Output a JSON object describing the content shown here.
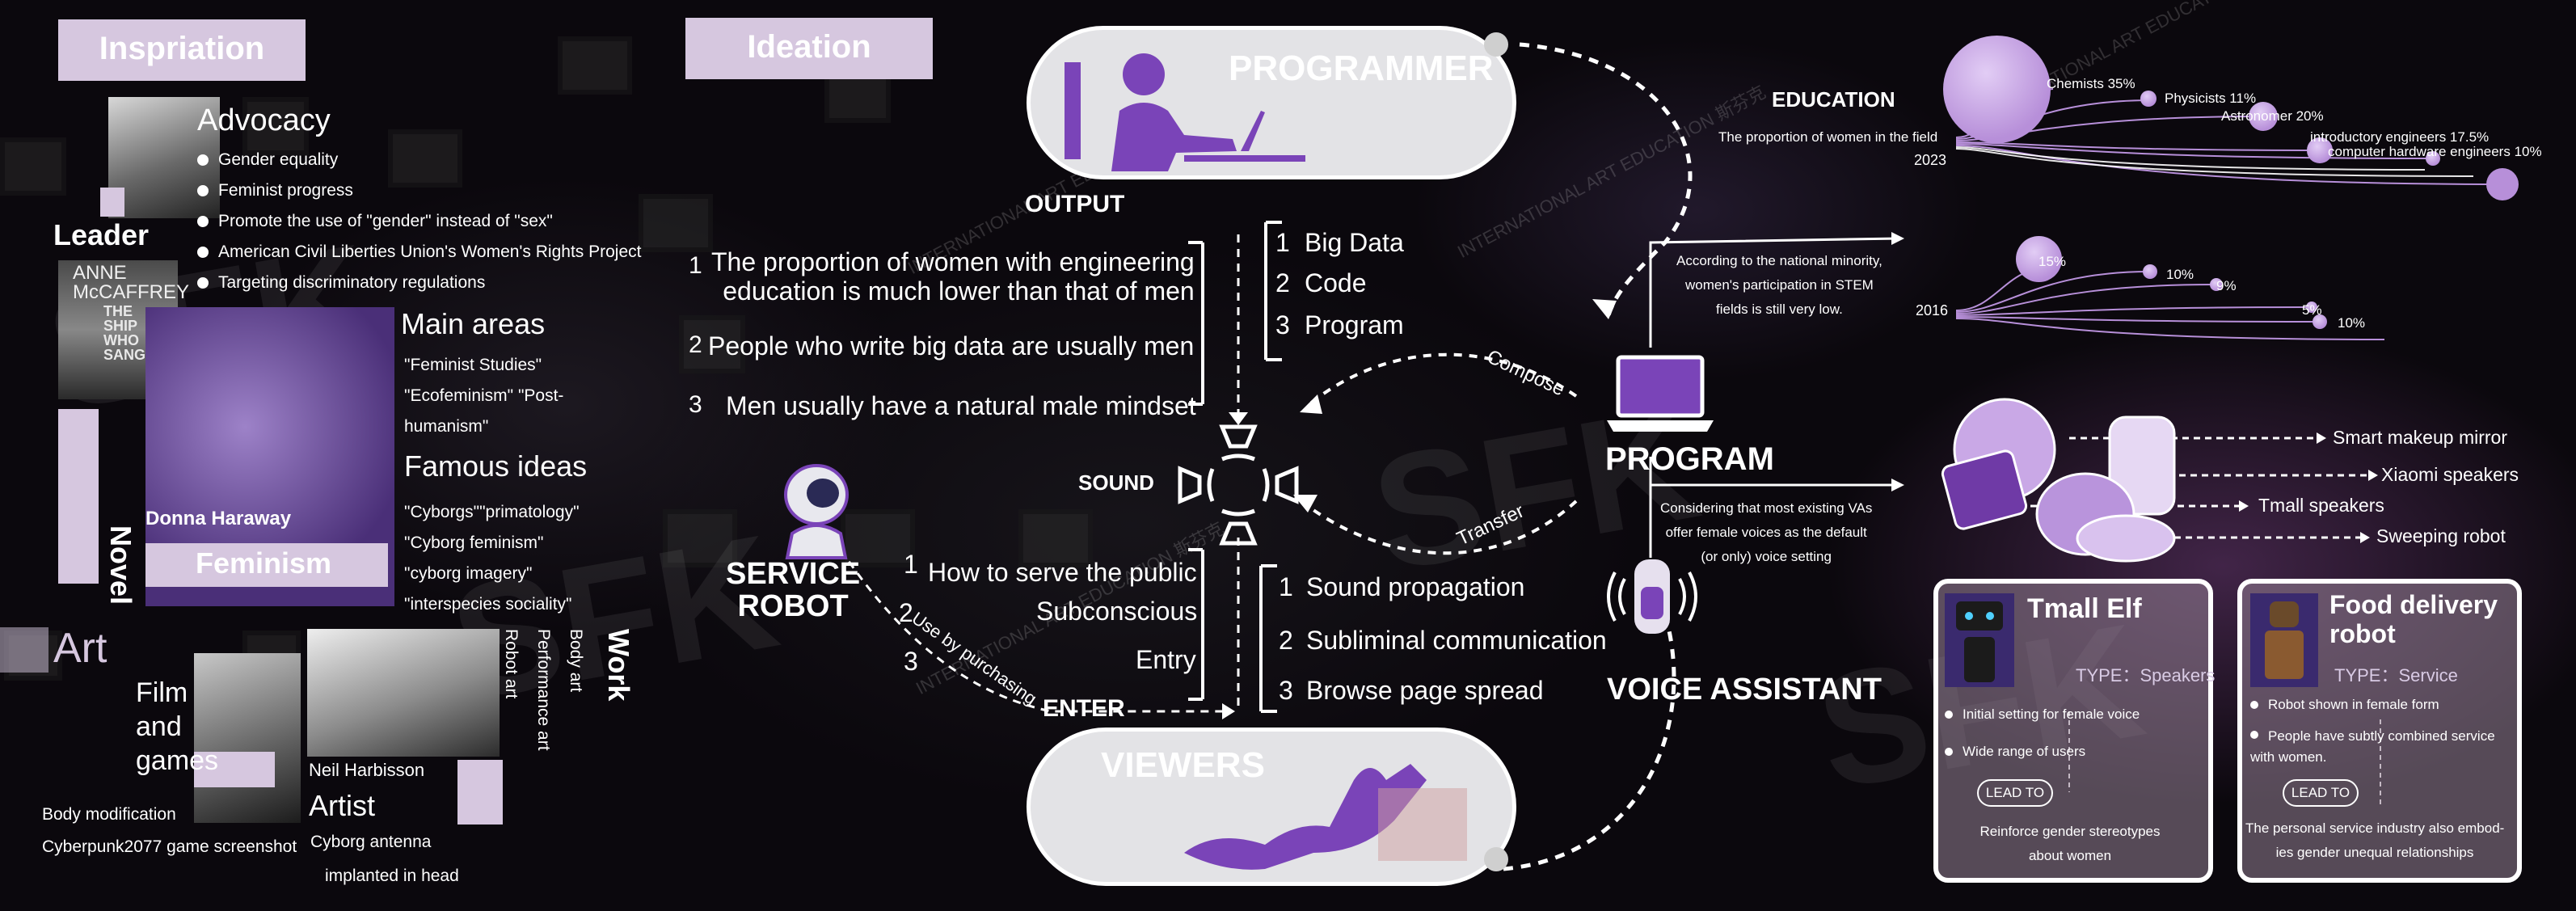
{
  "sections": {
    "inspiration": "Inspriation",
    "ideation": "Ideation"
  },
  "advocacy": {
    "title": "Advocacy",
    "items": [
      "Gender equality",
      "Feminist progress",
      "Promote the use of \"gender\" instead of \"sex\"",
      "American Civil Liberties Union's Women's Rights Project",
      "Targeting discriminatory regulations"
    ]
  },
  "leader_label": "Leader",
  "book": {
    "author": "ANNE McCAFFREY",
    "title": "THE SHIP WHO SANG"
  },
  "novel_label": "Novel",
  "haraway": {
    "name": "Donna Haraway",
    "main_areas_title": "Main areas",
    "main_areas": [
      "\"Feminist Studies\"",
      "\"Ecofeminism\" \"Post-",
      "humanism\""
    ],
    "famous_ideas_title": "Famous ideas",
    "famous_ideas": [
      "\"Cyborgs\"\"primatology\"",
      "\"Cyborg feminism\"",
      "\"cyborg imagery\"",
      "\"interspecies sociality\""
    ],
    "feminism_label": "Feminism"
  },
  "art": {
    "art_label": "Art",
    "film_label": "Film\nand\ngames",
    "body_mod": "Body modification",
    "cyberpunk": "Cyberpunk2077 game screenshot",
    "neil": "Neil Harbisson",
    "artist_label": "Artist",
    "antenna_1": "Cyborg antenna",
    "antenna_2": "implanted in head",
    "work_label": "Work",
    "work_items": [
      "Body art",
      "Performance art",
      "Robot art"
    ]
  },
  "ideation": {
    "programmer": "PROGRAMMER",
    "viewers": "VIEWERS",
    "output": "OUTPUT",
    "enter": "ENTER",
    "sound": "SOUND",
    "service_robot": "SERVICE\nROBOT",
    "voice_assistant": "VOICE ASSISTANT",
    "program": "PROGRAM",
    "compose": "Compose",
    "transfer": "Transfer",
    "use_by_purchasing": "Use by purchasing",
    "output_list": [
      {
        "num": "1",
        "text": "The proportion of women with engineering\neducation is much lower than that of men"
      },
      {
        "num": "2",
        "text": "People who write big data are usually men"
      },
      {
        "num": "3",
        "text": "Men usually have a natural male mindset"
      }
    ],
    "output_right": [
      {
        "num": "1",
        "text": "Big Data"
      },
      {
        "num": "2",
        "text": "Code"
      },
      {
        "num": "3",
        "text": "Program"
      }
    ],
    "enter_list": [
      {
        "num": "1",
        "text": "How to serve the public"
      },
      {
        "num": "2",
        "text": "Subconscious"
      },
      {
        "num": "3",
        "text": "Entry"
      }
    ],
    "enter_right": [
      {
        "num": "1",
        "text": "Sound propagation"
      },
      {
        "num": "2",
        "text": "Subliminal communication"
      },
      {
        "num": "3",
        "text": "Browse page spread"
      }
    ],
    "stem_note": "According to the national minority,\nwomen's participation in STEM\nfields is still very low.",
    "va_note": "Considering that most existing VAs\noffer female voices as the default\n(or only) voice setting"
  },
  "education": {
    "title": "EDUCATION",
    "subtitle": "The proportion of women in the field",
    "year_2023": "2023",
    "year_2016": "2016",
    "labels_2023": [
      "Chemists 35%",
      "Physicists 11%",
      "Astronomer 20%",
      "introductory engineers 17.5%",
      "computer hardware engineers 10%"
    ],
    "labels_2016": [
      "15%",
      "10%",
      "9%",
      "5%",
      "10%"
    ]
  },
  "chart_data": [
    {
      "type": "scatter",
      "title": "The proportion of women in the field",
      "year": "2023",
      "categories": [
        "Chemists",
        "Physicists",
        "Astronomer",
        "introductory engineers",
        "computer hardware engineers"
      ],
      "values": [
        35,
        11,
        20,
        17.5,
        10
      ],
      "unit": "%"
    },
    {
      "type": "scatter",
      "year": "2016",
      "values": [
        15,
        10,
        9,
        5,
        10
      ],
      "unit": "%"
    }
  ],
  "devices": [
    "Smart makeup mirror",
    "Xiaomi speakers",
    "Tmall speakers",
    "Sweeping robot"
  ],
  "tmall": {
    "title": "Tmall Elf",
    "type": "TYPE：Speakers",
    "bullets": [
      "Initial setting for female voice",
      "Wide range of users"
    ],
    "lead": "LEAD TO",
    "result": "Reinforce gender stereotypes\nabout women"
  },
  "food": {
    "title": "Food delivery\nrobot",
    "type": "TYPE：Service",
    "bullets": [
      "Robot shown in female form",
      "People have subtly combined service\nwith women."
    ],
    "lead": "LEAD TO",
    "result": "The personal service industry also embod-\nies gender unequal relationships"
  },
  "watermark": {
    "big": "SFK",
    "small": "INTERNATIONAL\nART EDUCATION 斯芬克"
  },
  "colors": {
    "lilac": "#d6c7df",
    "purple": "#7a44b8",
    "bubble": "#b78fd9",
    "background": "#0b080d"
  }
}
